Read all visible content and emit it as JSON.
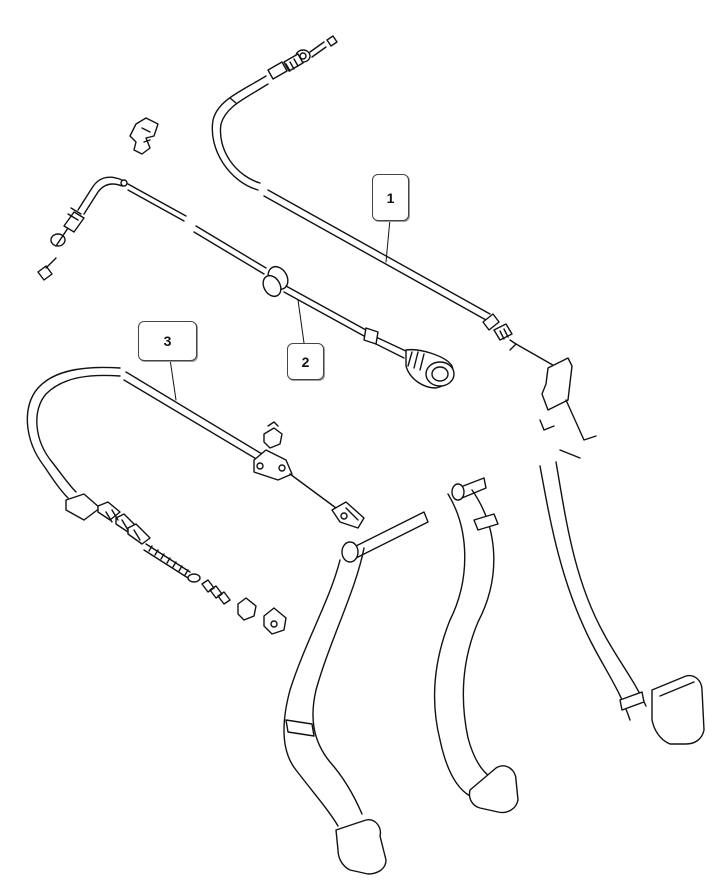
{
  "callouts": {
    "c1": "1",
    "c2": "2",
    "c3": "3"
  },
  "colors": {
    "line": "#111111",
    "background": "#ffffff"
  },
  "parts": [
    "accelerator-cable",
    "choke-cable",
    "clutch-cable",
    "clutch-pedal",
    "brake-pedal",
    "accelerator-pedal"
  ]
}
